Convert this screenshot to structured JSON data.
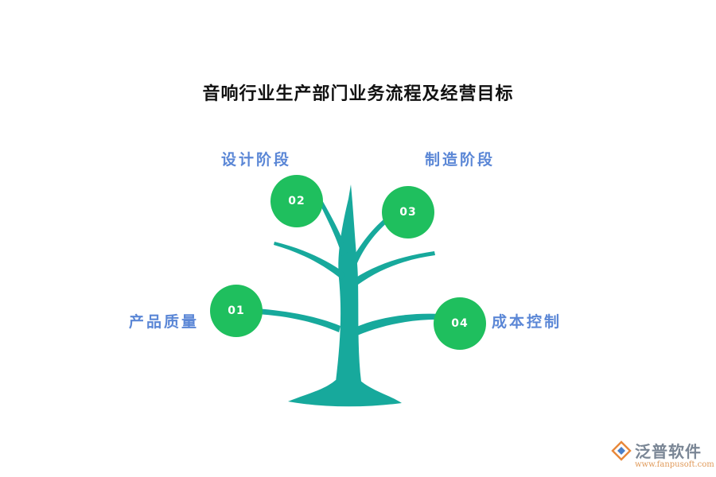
{
  "title": "音响行业生产部门业务流程及经营目标",
  "colors": {
    "trunk": "#17a99c",
    "node": "#1fbf5e",
    "label": "#5b87d6",
    "title": "#111111"
  },
  "stages": [
    {
      "num": "01",
      "label": "产品质量"
    },
    {
      "num": "02",
      "label": "设计阶段"
    },
    {
      "num": "03",
      "label": "制造阶段"
    },
    {
      "num": "04",
      "label": "成本控制"
    }
  ],
  "logo": {
    "name": "泛普软件",
    "url": "www.fanpusoft.com",
    "icon": "fanpu-logo-icon"
  }
}
